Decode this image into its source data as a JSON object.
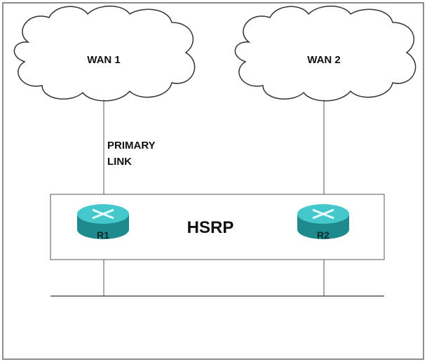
{
  "clouds": [
    {
      "label": "WAN 1"
    },
    {
      "label": "WAN 2"
    }
  ],
  "link_label": {
    "line1": "PRIMARY",
    "line2": "LINK"
  },
  "group_label": "HSRP",
  "routers": [
    {
      "label": "R1"
    },
    {
      "label": "R2"
    }
  ],
  "colors": {
    "router_top": "#45c8cb",
    "router_body": "#1e8a8d",
    "line": "#555555"
  }
}
